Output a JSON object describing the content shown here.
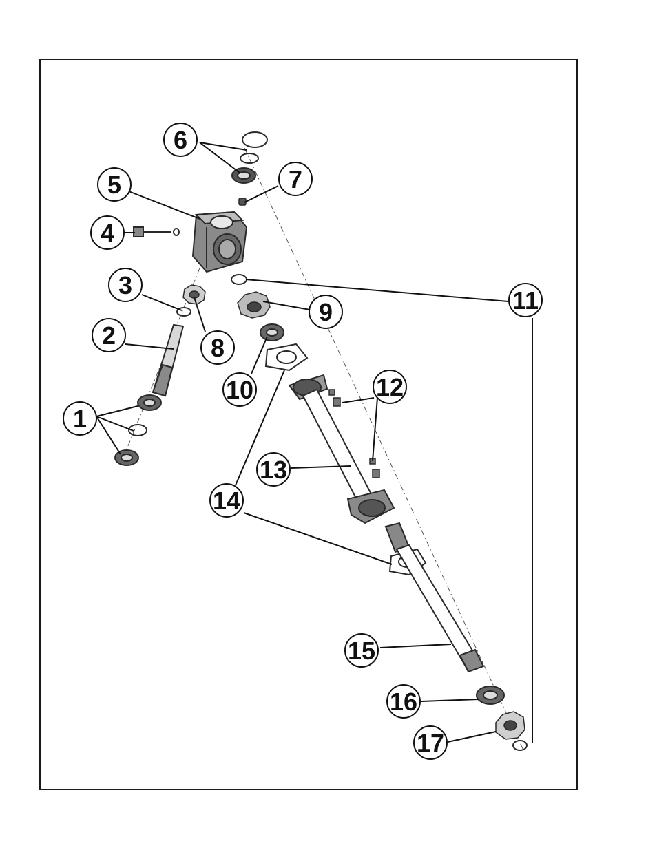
{
  "diagram": {
    "colors": {
      "ink": "#111111",
      "paper": "#ffffff",
      "part": "#3a3a3a",
      "shade": "#8a8a8a"
    },
    "callouts": [
      {
        "id": "c1",
        "label": "1"
      },
      {
        "id": "c2",
        "label": "2"
      },
      {
        "id": "c3",
        "label": "3"
      },
      {
        "id": "c4",
        "label": "4"
      },
      {
        "id": "c5",
        "label": "5"
      },
      {
        "id": "c6",
        "label": "6"
      },
      {
        "id": "c7",
        "label": "7"
      },
      {
        "id": "c8",
        "label": "8"
      },
      {
        "id": "c9",
        "label": "9"
      },
      {
        "id": "c10",
        "label": "10"
      },
      {
        "id": "c11",
        "label": "11"
      },
      {
        "id": "c12",
        "label": "12"
      },
      {
        "id": "c13",
        "label": "13"
      },
      {
        "id": "c14",
        "label": "14"
      },
      {
        "id": "c15",
        "label": "15"
      },
      {
        "id": "c16",
        "label": "16"
      },
      {
        "id": "c17",
        "label": "17"
      }
    ]
  }
}
